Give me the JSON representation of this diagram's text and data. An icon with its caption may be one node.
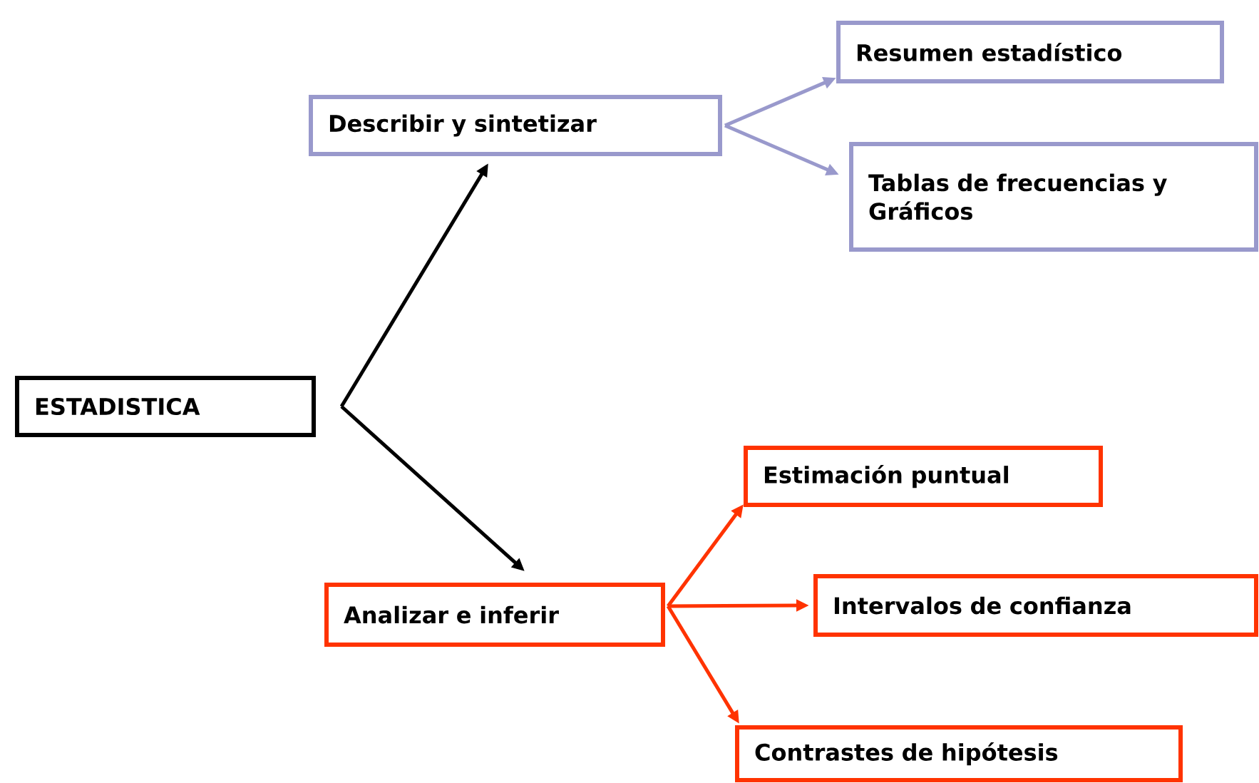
{
  "diagram": {
    "nodes": [
      {
        "text": [
          "ESTADISTICA"
        ]
      },
      {
        "text": [
          "Describir y sintetizar"
        ]
      },
      {
        "text": [
          "Resumen estadístico"
        ]
      },
      {
        "text": [
          "Tablas de frecuencias y Gráficos"
        ]
      },
      {
        "text": [
          "Analizar e inferir"
        ]
      },
      {
        "text": [
          "Estimación puntual"
        ]
      },
      {
        "text": [
          "Intervalos de confianza"
        ]
      },
      {
        "text": [
          "Contrastes de hipótesis"
        ]
      }
    ],
    "edges": [
      {
        "from": 0,
        "to": 1,
        "arrow": "to",
        "color": "#000000"
      },
      {
        "from": 0,
        "to": 4,
        "arrow": "to",
        "color": "#000000"
      },
      {
        "from": 1,
        "to": 2,
        "arrow": "to",
        "color": "#9999cc"
      },
      {
        "from": 1,
        "to": 3,
        "arrow": "to",
        "color": "#9999cc"
      },
      {
        "from": 4,
        "to": 5,
        "arrow": "to",
        "color": "#ff3300"
      },
      {
        "from": 4,
        "to": 6,
        "arrow": "to",
        "color": "#ff3300"
      },
      {
        "from": 4,
        "to": 7,
        "arrow": "to",
        "color": "#ff3300"
      }
    ]
  }
}
